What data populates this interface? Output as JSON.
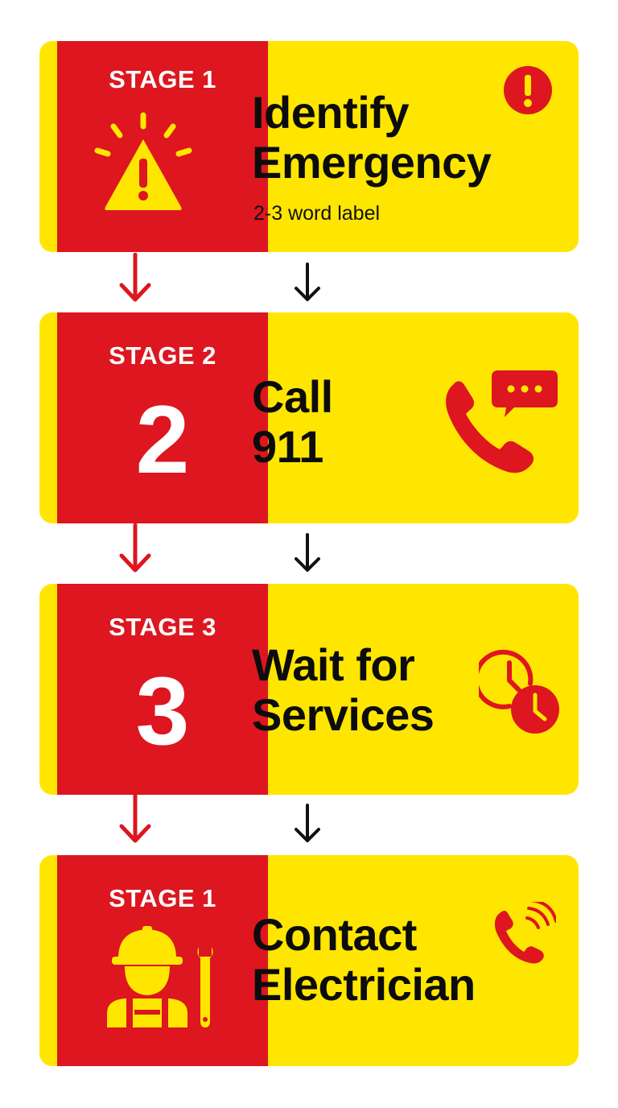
{
  "colors": {
    "red": "#dd1620",
    "yellow": "#ffe600",
    "text": "#0c0c0c",
    "white": "#ffffff"
  },
  "stages": [
    {
      "label": "STAGE 1",
      "title_line1": "Identify",
      "title_line2": "Emergency",
      "subtitle": "2-3 word label",
      "stage_icon": "warning-triangle-icon",
      "side_icon": "exclamation-circle-icon"
    },
    {
      "label": "STAGE 2",
      "number": "2",
      "title_line1": "Call",
      "title_line2": "911",
      "side_icon": "phone-chat-icon"
    },
    {
      "label": "STAGE 3",
      "number": "3",
      "title_line1": "Wait for",
      "title_line2": "Services",
      "side_icon": "clock-icon"
    },
    {
      "label": "STAGE 1",
      "title_line1": "Contact",
      "title_line2": "Electrician",
      "stage_icon": "electrician-worker-icon",
      "side_icon": "phone-ringing-icon"
    }
  ],
  "connectors": [
    "down-arrow-red",
    "down-arrow-black"
  ]
}
